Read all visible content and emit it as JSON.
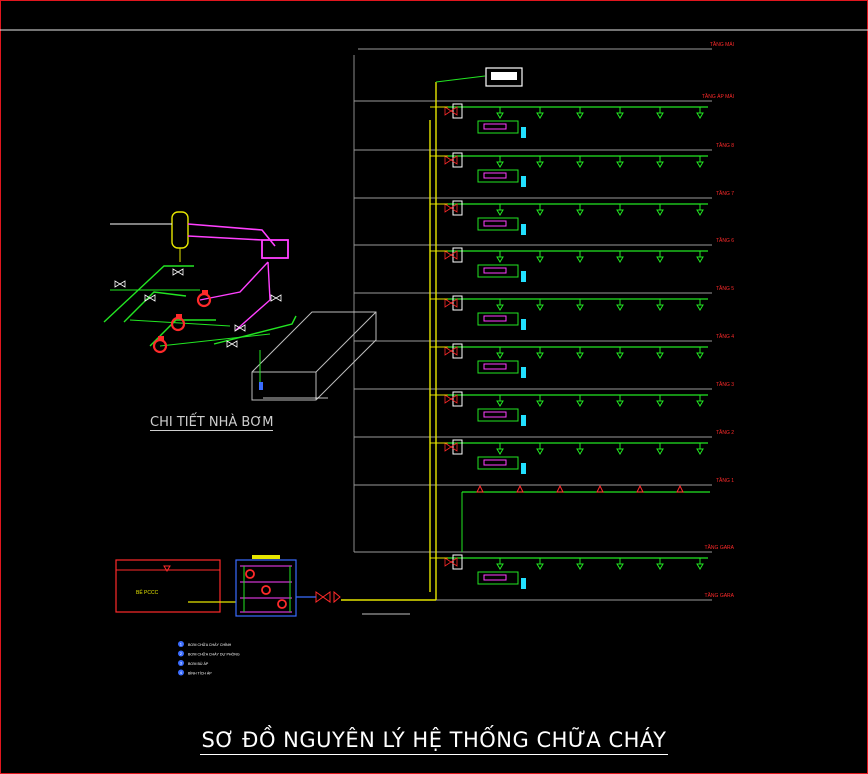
{
  "drawing": {
    "title": "SƠ ĐỒ NGUYÊN LÝ HỆ THỐNG CHỮA CHÁY",
    "pump_detail_title": "CHI TIẾT NHÀ BƠM",
    "tank_label": "BỂ PCCC",
    "floors": [
      "TẦNG MÁI",
      "TẦNG ÁP MÁI",
      "TẦNG 8",
      "TẦNG 7",
      "TẦNG 6",
      "TẦNG 5",
      "TẦNG 4",
      "TẦNG 3",
      "TẦNG 2",
      "TẦNG 1",
      "TẦNG GARA",
      "TẦNG GARA"
    ],
    "legend": [
      {
        "num": "1",
        "text": "BƠM CHỮA CHÁY CHÍNH"
      },
      {
        "num": "2",
        "text": "BƠM CHỮA CHÁY DỰ PHÒNG"
      },
      {
        "num": "3",
        "text": "BƠM BÙ ÁP"
      },
      {
        "num": "4",
        "text": "BÌNH TÍCH ÁP"
      }
    ],
    "colors": {
      "frame": "#e0161e",
      "riser": "#e6e600",
      "branch": "#22e622",
      "magenta": "#ff40ff",
      "red": "#ff2a2a",
      "cyan": "#22e0ff",
      "blue": "#3a6cff",
      "white": "#ffffff",
      "floor_line": "#9a9a9a"
    }
  }
}
